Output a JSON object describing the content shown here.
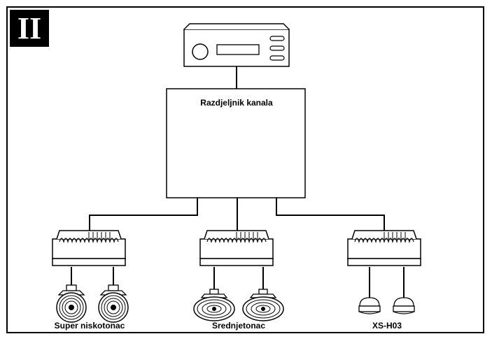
{
  "section_number": "II",
  "diagram": {
    "splitter_label": "Razdjeljnik kanala",
    "channels": [
      {
        "label": "Super niskotonac",
        "speaker_type": "round-woofer"
      },
      {
        "label": "Srednjetonac",
        "speaker_type": "oval-midrange"
      },
      {
        "label": "XS-H03",
        "speaker_type": "dome-tweeter"
      }
    ]
  },
  "colors": {
    "line": "#000000",
    "fill": "#ffffff",
    "dark": "#000000"
  }
}
